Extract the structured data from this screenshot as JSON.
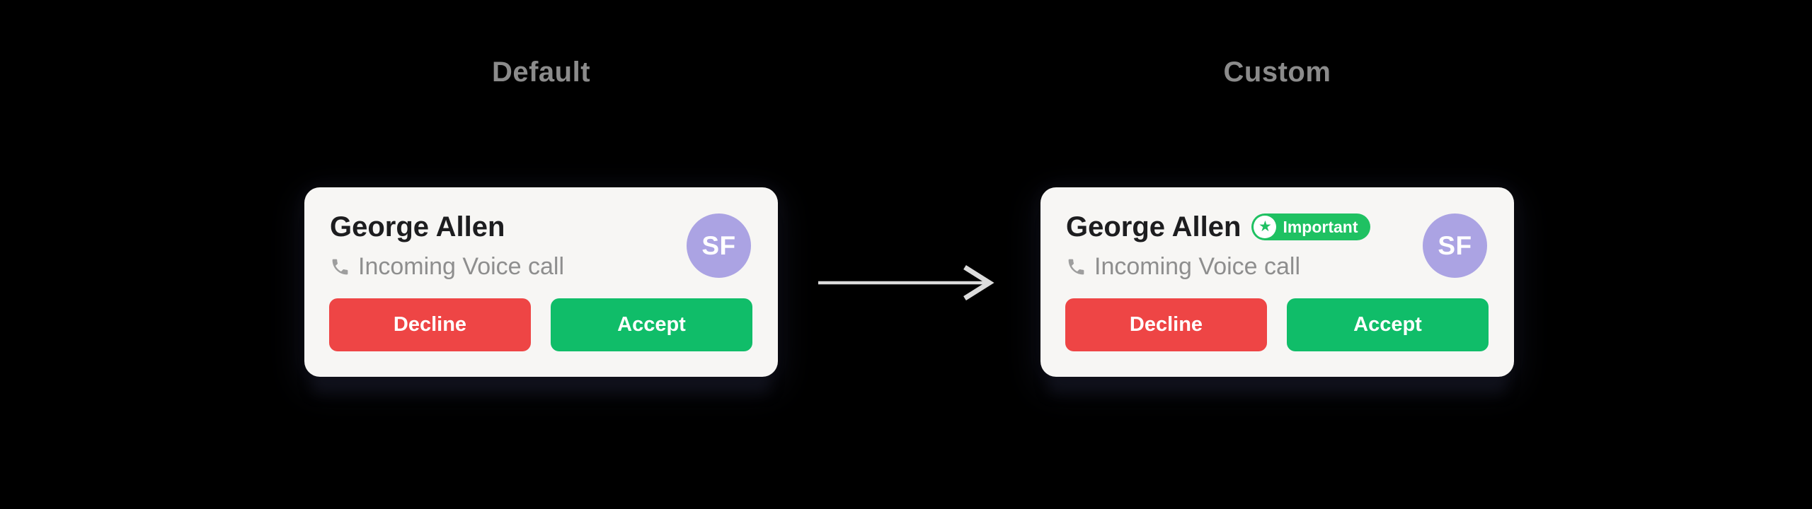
{
  "colors": {
    "page_bg": "#000000",
    "title_gray": "#8b8b8b",
    "card_bg": "#f7f6f4",
    "name_color": "#1d1d1f",
    "subtitle_gray": "#8e8e8e",
    "phone_icon_gray": "#9e9e9e",
    "decline_red": "#ee4545",
    "accept_green": "#10bd69",
    "badge_green": "#1fc162",
    "avatar_purple": "#aba3e3",
    "arrow_gray": "#dcdcdc"
  },
  "default_panel": {
    "title": "Default",
    "card": {
      "name": "George Allen",
      "call_status": "Incoming Voice call",
      "phone_icon": "phone-icon",
      "decline_label": "Decline",
      "accept_label": "Accept",
      "avatar_initials": "SF"
    }
  },
  "custom_panel": {
    "title": "Custom",
    "card": {
      "name": "George Allen",
      "badge": {
        "label": "Important",
        "icon": "star-icon",
        "star_glyph": "★"
      },
      "call_status": "Incoming Voice call",
      "phone_icon": "phone-icon",
      "decline_label": "Decline",
      "accept_label": "Accept",
      "avatar_initials": "SF"
    }
  },
  "arrow": {
    "icon": "arrow-right-icon"
  }
}
